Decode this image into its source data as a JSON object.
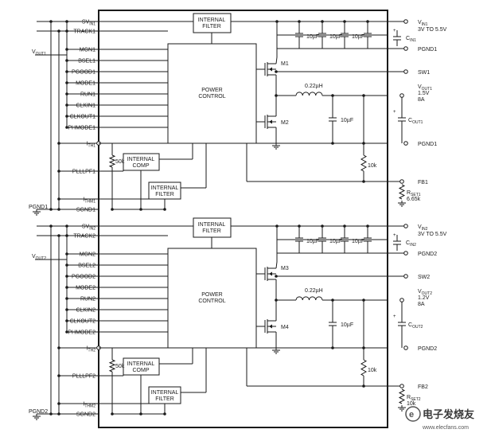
{
  "upper": {
    "pins": [
      "SV_IN1",
      "TRACK1",
      "MGN1",
      "BSEL1",
      "PGOOD1",
      "MODE1",
      "RUN1",
      "CLKIN1",
      "CLKOUT1",
      "PHMODE1",
      "I_TH1",
      "PLLLPF1",
      "I_THM1",
      "SGND1"
    ],
    "left_labels": {
      "vout": "V_OUT1",
      "pgnd": "PGND1"
    },
    "blocks": {
      "power": "POWER\nCONTROL",
      "filter_top": "INTERNAL\nFILTER",
      "comp": "INTERNAL\nCOMP",
      "filter_bot": "INTERNAL\nFILTER"
    },
    "resistor_int": "50k",
    "fets": [
      "M1",
      "M2"
    ],
    "inductor": "0.22µH",
    "caps_in": [
      "10µF",
      "10µF",
      "10µF"
    ],
    "cap_out": "10µF",
    "res_fb": "10k",
    "right": {
      "vin": "V_IN1",
      "vin_range": "3V TO 5.5V",
      "cin": "C_IN1",
      "pgnd_top": "PGND1",
      "sw": "SW1",
      "vout": "V_OUT1",
      "vout_v": "1.5V",
      "vout_a": "8A",
      "cout": "C_OUT1",
      "pgnd_bot": "PGND1",
      "fb": "FB1",
      "rset": "R_SET1",
      "rset_v": "6.65k"
    }
  },
  "lower": {
    "pins": [
      "SV_IN2",
      "TRACK2",
      "MGN2",
      "BSEL2",
      "PGOOD2",
      "MODE2",
      "RUN2",
      "CLKIN2",
      "CLKOUT2",
      "PHMODE2",
      "I_TH2",
      "PLLLPF2",
      "I_THM2",
      "SGND2"
    ],
    "left_labels": {
      "vout": "V_OUT2",
      "pgnd": "PGND2"
    },
    "blocks": {
      "power": "POWER\nCONTROL",
      "filter_top": "INTERNAL\nFILTER",
      "comp": "INTERNAL\nCOMP",
      "filter_bot": "INTERNAL\nFILTER"
    },
    "resistor_int": "50k",
    "fets": [
      "M3",
      "M4"
    ],
    "inductor": "0.22µH",
    "caps_in": [
      "10µF",
      "10µF",
      "10µF"
    ],
    "cap_out": "10µF",
    "res_fb": "10k",
    "right": {
      "vin": "V_IN2",
      "vin_range": "3V TO 5.5V",
      "cin": "C_IN2",
      "pgnd_top": "PGND2",
      "sw": "SW2",
      "vout": "V_OUT2",
      "vout_v": "1.2V",
      "vout_a": "8A",
      "cout": "C_OUT2",
      "pgnd_bot": "PGND2",
      "fb": "FB2",
      "rset": "R_SET2",
      "rset_v": "10k"
    }
  },
  "watermark": {
    "cn": "电子发烧友",
    "url": "www.elecfans.com"
  }
}
